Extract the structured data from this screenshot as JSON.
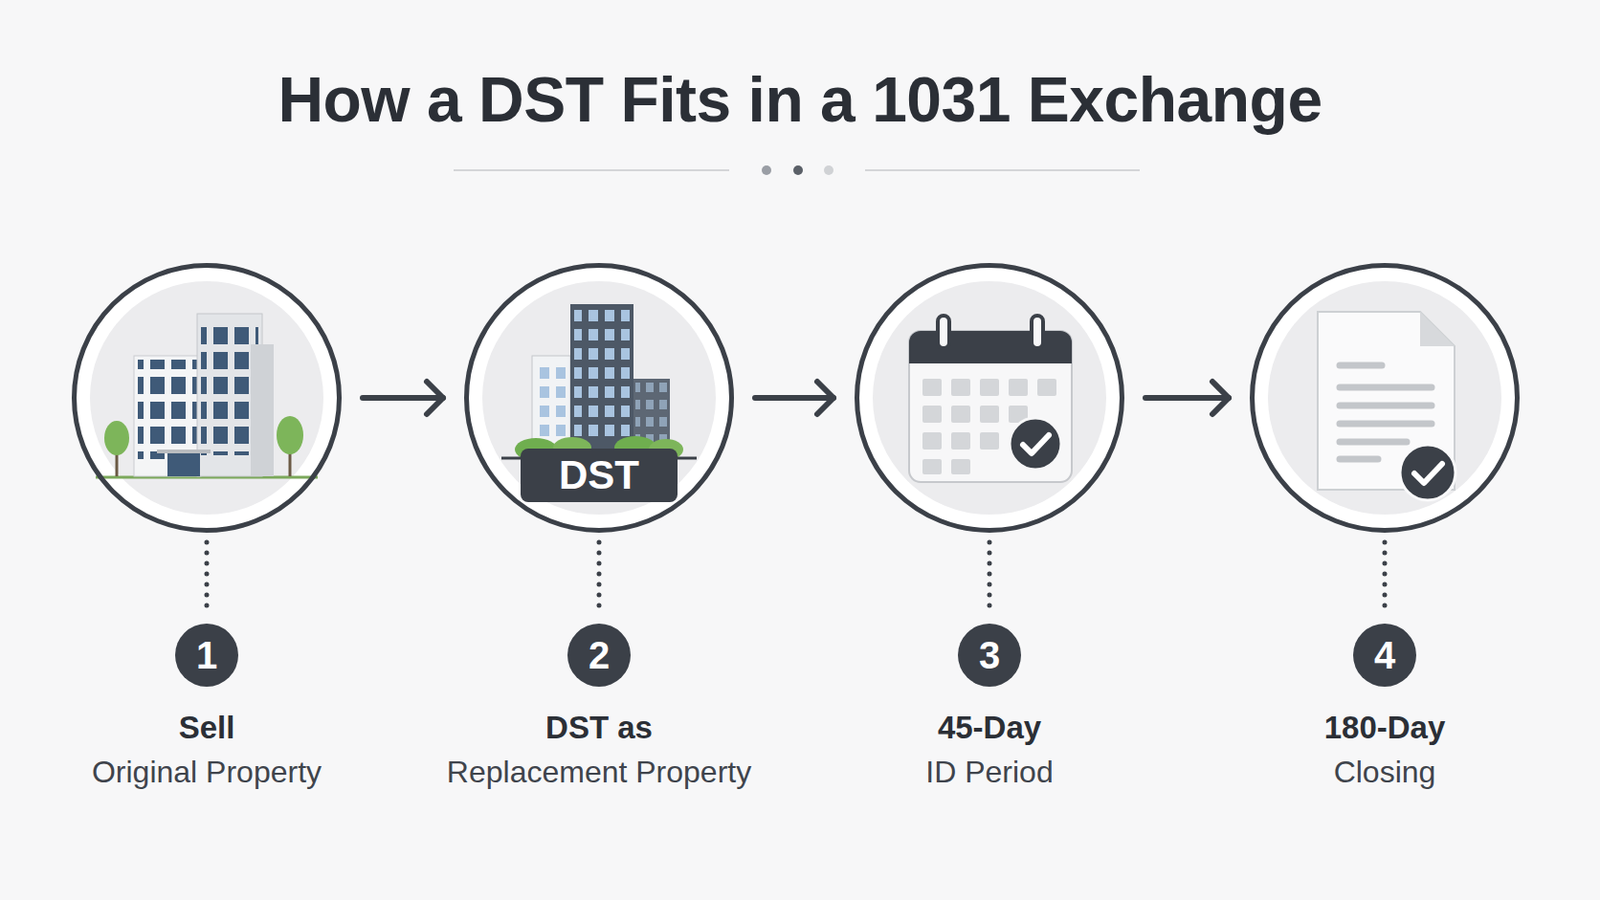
{
  "diagram": {
    "title": "How a DST Fits in a 1031 Exchange",
    "nodes": [
      {
        "text": [
          "Sell",
          "Original Property"
        ]
      },
      {
        "text": [
          "1"
        ]
      },
      {
        "text": [
          "DST as",
          "Replacement Property"
        ]
      },
      {
        "text": [
          "DST"
        ],
        "in": 2
      },
      {
        "text": [
          "2"
        ]
      },
      {
        "text": [
          "45-Day",
          "ID Period"
        ]
      },
      {
        "text": [
          "3"
        ]
      },
      {
        "text": [
          "180-Day",
          "Closing"
        ]
      },
      {
        "text": [
          "4"
        ]
      }
    ],
    "edges": [
      {
        "from": 0,
        "to": 2,
        "arrow": "to"
      },
      {
        "from": 2,
        "to": 5,
        "arrow": "to"
      },
      {
        "from": 5,
        "to": 7,
        "arrow": "to"
      },
      {
        "from": 0,
        "to": 1,
        "arrow": "none"
      },
      {
        "from": 2,
        "to": 4,
        "arrow": "none"
      },
      {
        "from": 5,
        "to": 6,
        "arrow": "none"
      },
      {
        "from": 7,
        "to": 8,
        "arrow": "none"
      }
    ]
  }
}
